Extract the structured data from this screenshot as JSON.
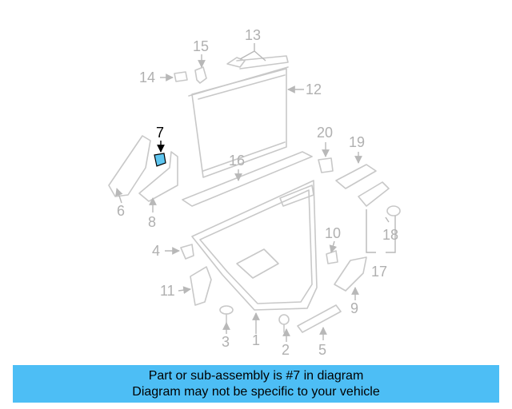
{
  "highlight_color": "#5ec5ef",
  "callouts": [
    "1",
    "2",
    "3",
    "4",
    "5",
    "6",
    "7",
    "8",
    "9",
    "10",
    "11",
    "12",
    "13",
    "14",
    "15",
    "16",
    "17",
    "18",
    "19",
    "20"
  ],
  "banner": {
    "line1": "Part or sub-assembly is #7 in diagram",
    "line2": "Diagram may not be specific to your vehicle",
    "color": "#4dbef5"
  }
}
